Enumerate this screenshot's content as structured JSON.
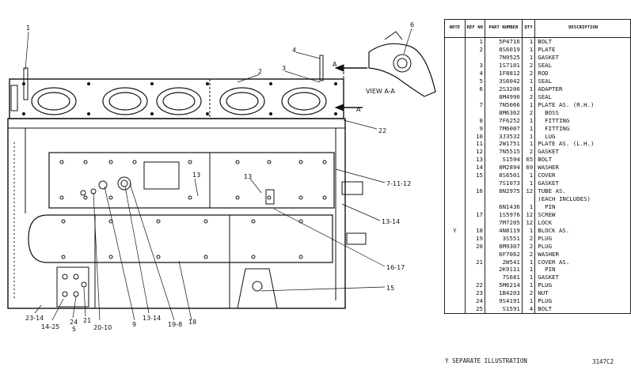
{
  "table": {
    "headers": {
      "note": "NOTE",
      "ref": "REF NO",
      "part": "PART NUMBER",
      "qty": "QTY",
      "desc": "DESCRIPTION"
    },
    "rows": [
      {
        "note": "",
        "ref": "1",
        "part": "5P4716",
        "qty": "1",
        "desc": "BOLT"
      },
      {
        "note": "",
        "ref": "2",
        "part": "8S6019",
        "qty": "1",
        "desc": "PLATE"
      },
      {
        "note": "",
        "ref": "",
        "part": "7N9525",
        "qty": "1",
        "desc": "GASKET"
      },
      {
        "note": "",
        "ref": "3",
        "part": "1S7101",
        "qty": "2",
        "desc": "SEAL"
      },
      {
        "note": "",
        "ref": "4",
        "part": "1F8812",
        "qty": "2",
        "desc": "ROD"
      },
      {
        "note": "",
        "ref": "5",
        "part": "3S6042",
        "qty": "1",
        "desc": "SEAL"
      },
      {
        "note": "",
        "ref": "6",
        "part": "2S3206",
        "qty": "1",
        "desc": "ADAPTER"
      },
      {
        "note": "",
        "ref": "",
        "part": "8M4990",
        "qty": "2",
        "desc": "SEAL"
      },
      {
        "note": "",
        "ref": "7",
        "part": "7N5066",
        "qty": "1",
        "desc": "PLATE AS. (R.H.)"
      },
      {
        "note": "",
        "ref": "",
        "part": "8M6362",
        "qty": "2",
        "desc": "  BOSS"
      },
      {
        "note": "",
        "ref": "8",
        "part": "7F6252",
        "qty": "1",
        "desc": "  FITTING"
      },
      {
        "note": "",
        "ref": "9",
        "part": "7M6007",
        "qty": "1",
        "desc": "  FITTING"
      },
      {
        "note": "",
        "ref": "10",
        "part": "3J3532",
        "qty": "1",
        "desc": "  LUG"
      },
      {
        "note": "",
        "ref": "11",
        "part": "2W1751",
        "qty": "1",
        "desc": "PLATE AS. (L.H.)"
      },
      {
        "note": "",
        "ref": "12",
        "part": "7N5515",
        "qty": "2",
        "desc": "GASKET"
      },
      {
        "note": "",
        "ref": "13",
        "part": "S1594",
        "qty": "65",
        "desc": "BOLT"
      },
      {
        "note": "",
        "ref": "14",
        "part": "8M2894",
        "qty": "69",
        "desc": "WASHER"
      },
      {
        "note": "",
        "ref": "15",
        "part": "8S6501",
        "qty": "1",
        "desc": "COVER"
      },
      {
        "note": "",
        "ref": "",
        "part": "7S1073",
        "qty": "1",
        "desc": "GASKET"
      },
      {
        "note": "",
        "ref": "16",
        "part": "8N2975",
        "qty": "12",
        "desc": "TUBE AS."
      },
      {
        "note": "",
        "ref": "",
        "part": "",
        "qty": "",
        "desc": "(EACH INCLUDES)"
      },
      {
        "note": "",
        "ref": "",
        "part": "6N1436",
        "qty": "1",
        "desc": "  PIN"
      },
      {
        "note": "",
        "ref": "17",
        "part": "1S5976",
        "qty": "12",
        "desc": "SCREW"
      },
      {
        "note": "",
        "ref": "",
        "part": "7M7205",
        "qty": "12",
        "desc": "LOCK"
      },
      {
        "note": "Y",
        "ref": "18",
        "part": "4N8119",
        "qty": "1",
        "desc": "BLOCK AS."
      },
      {
        "note": "",
        "ref": "19",
        "part": "3S551",
        "qty": "2",
        "desc": "PLUG"
      },
      {
        "note": "",
        "ref": "20",
        "part": "8M9307",
        "qty": "2",
        "desc": "PLUG"
      },
      {
        "note": "",
        "ref": "",
        "part": "6F7062",
        "qty": "2",
        "desc": "WASHER"
      },
      {
        "note": "",
        "ref": "21",
        "part": "2W541",
        "qty": "1",
        "desc": "COVER AS."
      },
      {
        "note": "",
        "ref": "",
        "part": "2K9111",
        "qty": "1",
        "desc": "  PIN"
      },
      {
        "note": "",
        "ref": "",
        "part": "7S681",
        "qty": "1",
        "desc": "GASKET"
      },
      {
        "note": "",
        "ref": "22",
        "part": "5M6214",
        "qty": "1",
        "desc": "PLUG"
      },
      {
        "note": "",
        "ref": "23",
        "part": "1B4203",
        "qty": "2",
        "desc": "NUT"
      },
      {
        "note": "",
        "ref": "24",
        "part": "9S4191",
        "qty": "1",
        "desc": "PLUG"
      },
      {
        "note": "",
        "ref": "25",
        "part": "S1591",
        "qty": "4",
        "desc": "BOLT"
      }
    ]
  },
  "footnote": "Y  SEPARATE ILLUSTRATION",
  "illustration_code": "3147C2",
  "view_label": "VIEW A-A",
  "section_marks": [
    "A",
    "A"
  ],
  "callouts": {
    "c1": "1",
    "c2": "2",
    "c3": "3",
    "c4": "4",
    "c6": "6",
    "c22": "22",
    "c71112": "7-11-12",
    "c13a": "13",
    "c13b": "13",
    "c1314r": "13-14",
    "c1617": "16-17",
    "c15": "15",
    "c2314": "23-14",
    "c1425": "14-25",
    "c24": "24",
    "c5": "5",
    "c21": "21",
    "c2010": "20-10",
    "c9": "9",
    "c1314b": "13-14",
    "c198": "19-8",
    "c18": "18"
  }
}
